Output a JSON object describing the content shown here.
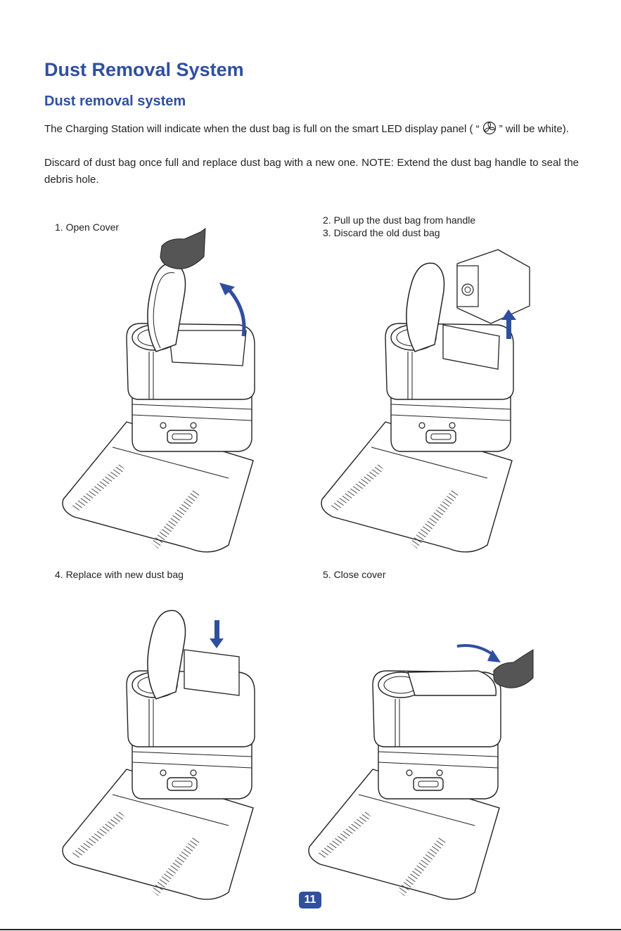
{
  "page_title": "Dust Removal System",
  "section_title": "Dust removal system",
  "paragraph1": {
    "before_icon": "The Charging Station will indicate when the dust bag is full on the smart LED display panel (  “",
    "icon": "dust-bag-fan-icon",
    "after_icon": "”  will be white)."
  },
  "paragraph2": "Discard of dust bag once full and replace dust bag with a new one. NOTE: Extend the dust bag handle to seal the debris hole.",
  "steps": {
    "step1": "1. Open Cover",
    "step2": "2. Pull up the dust bag from handle",
    "step3": "3. Discard the old dust bag",
    "step4": "4. Replace with new dust bag",
    "step5": "5. Close cover"
  },
  "page_number": "11",
  "colors": {
    "accent": "#2f4f9f",
    "text": "#222222",
    "arrow": "#2f4f9f",
    "hand": "#555555"
  }
}
